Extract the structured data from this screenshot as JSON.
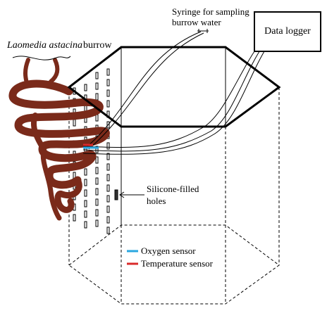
{
  "labels": {
    "species": "Laomedia astacina",
    "burrow": "burrow",
    "syringe_line1": "Syringe for sampling",
    "syringe_line2": "burrow water",
    "data_logger": "Data logger",
    "silicone_line1": "Silicone-filled",
    "silicone_line2": "holes"
  },
  "legend": [
    {
      "label": "Oxygen sensor",
      "color": "#2aa7e0"
    },
    {
      "label": "Temperature sensor",
      "color": "#d92b2b"
    }
  ],
  "colors": {
    "burrow": "#7a2a1a",
    "outline": "#000000"
  }
}
